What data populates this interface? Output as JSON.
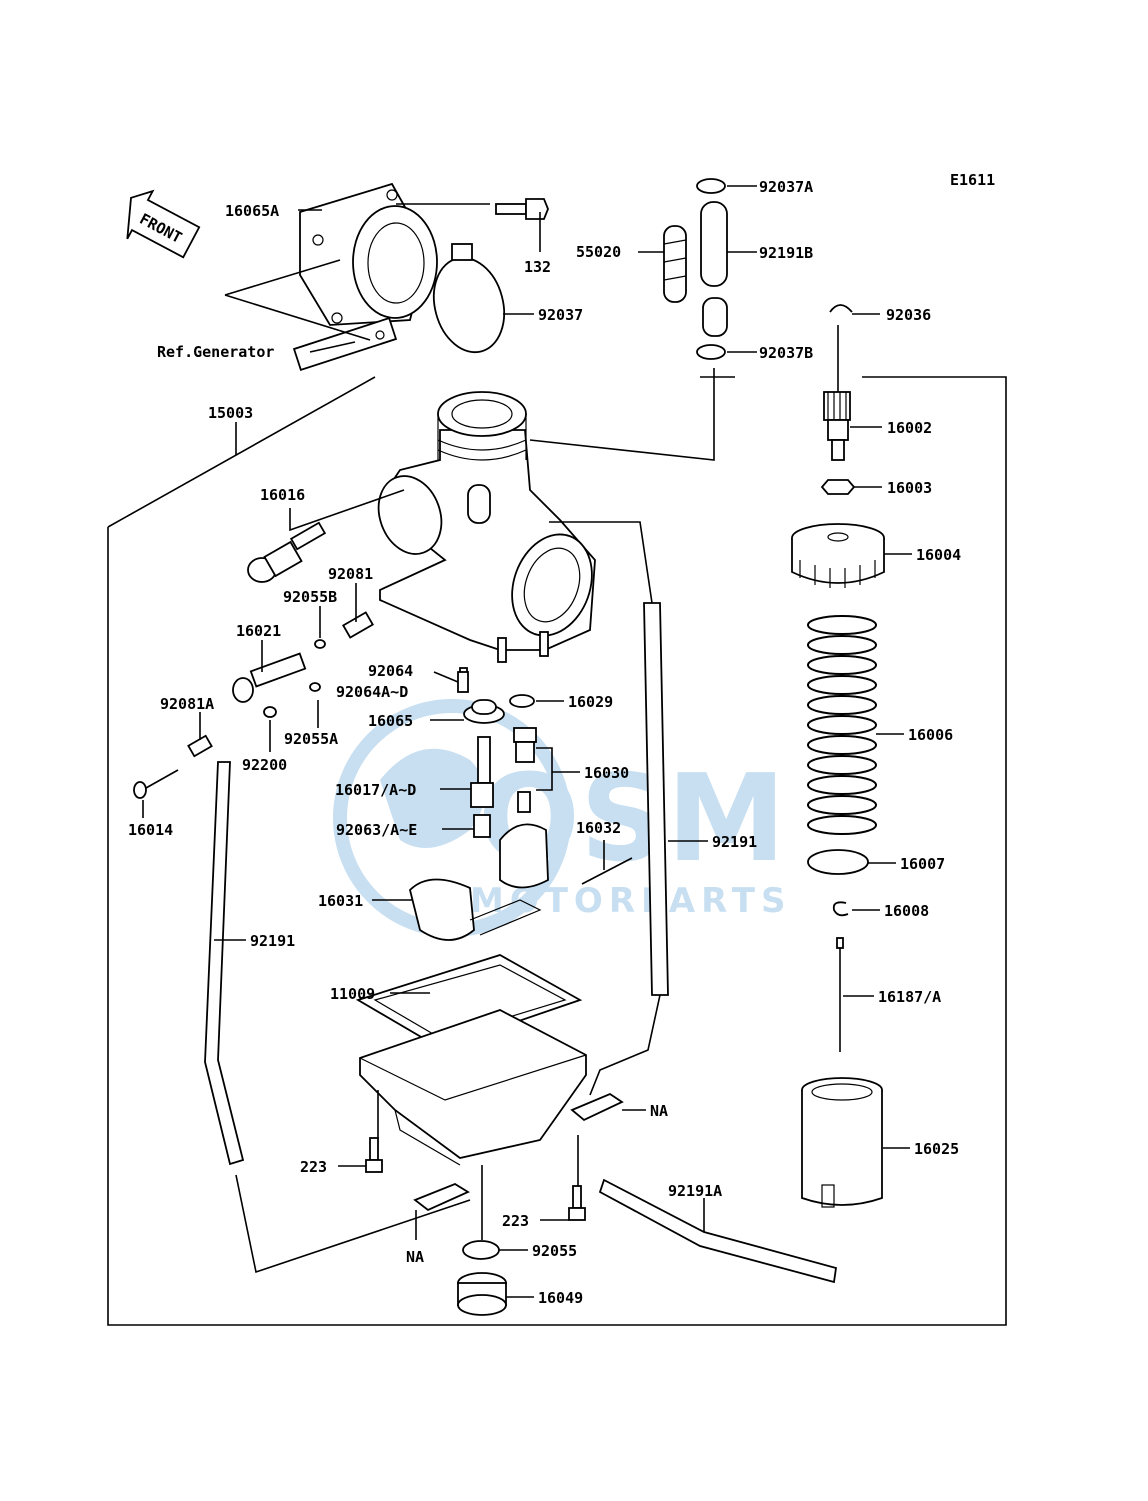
{
  "diagram": {
    "code": "E1611",
    "front_label": "FRONT",
    "ref_label": "Ref.Generator",
    "watermark": {
      "logo": "OSM",
      "subtitle": "MOTORPARTS",
      "color": "#3a8fd0"
    },
    "labels": [
      "16065A",
      "132",
      "92037",
      "55020",
      "92037A",
      "92191B",
      "92036",
      "92037B",
      "15003",
      "16002",
      "16003",
      "16016",
      "16004",
      "92081",
      "92055B",
      "16021",
      "92064",
      "92064A~D",
      "16029",
      "16065",
      "92081A",
      "92055A",
      "92200",
      "16006",
      "16030",
      "16017/A~D",
      "16014",
      "92063/A~E",
      "16032",
      "92191",
      "16007",
      "16031",
      "16008",
      "92191",
      "11009",
      "16187/A",
      "NA",
      "16025",
      "223",
      "92191A",
      "223",
      "NA",
      "92055",
      "16049"
    ]
  }
}
